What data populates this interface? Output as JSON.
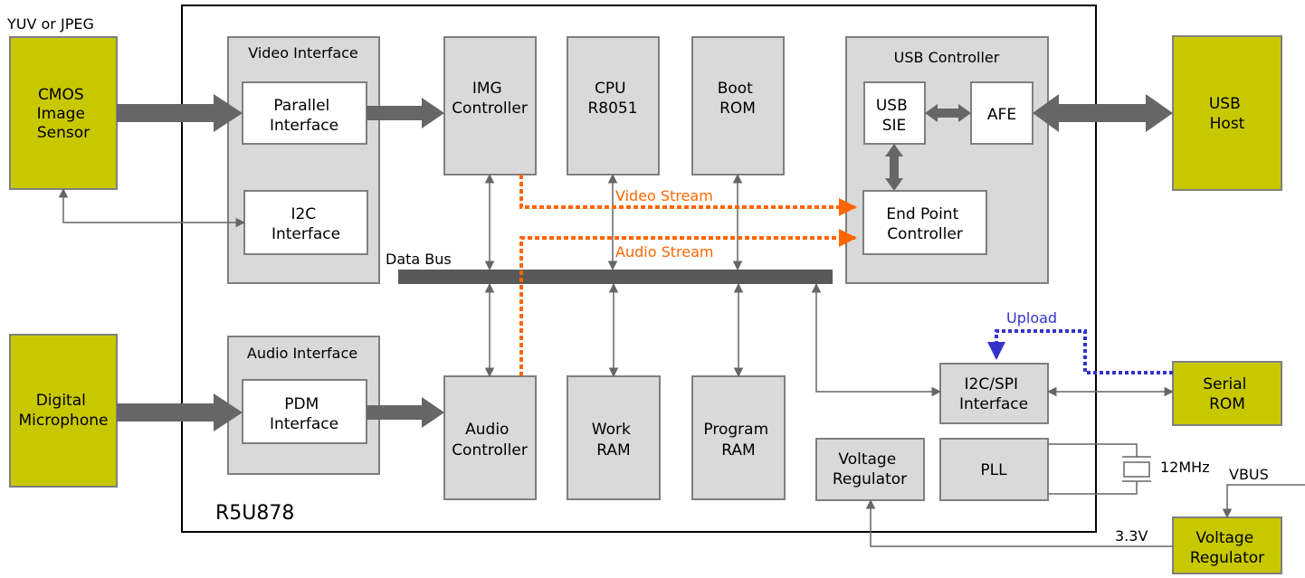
{
  "chip": {
    "name": "R5U878"
  },
  "external": {
    "sensor_format": "YUV or JPEG",
    "sensor": [
      "CMOS",
      "Image",
      "Sensor"
    ],
    "microphone": [
      "Digital",
      "Microphone"
    ],
    "usb_host": [
      "USB",
      "Host"
    ],
    "serial_rom": [
      "Serial",
      "ROM"
    ],
    "voltage_regulator": [
      "Voltage",
      "Regulator"
    ],
    "crystal_freq": "12MHz",
    "vbus": "VBUS",
    "supply_voltage": "3.3V"
  },
  "video_interface": {
    "title": "Video Interface",
    "parallel": [
      "Parallel",
      "Interface"
    ],
    "i2c": [
      "I2C",
      "Interface"
    ]
  },
  "audio_interface": {
    "title": "Audio Interface",
    "pdm": [
      "PDM",
      "Interface"
    ]
  },
  "blocks": {
    "img_controller": [
      "IMG",
      "Controller"
    ],
    "cpu": [
      "CPU",
      "R8051"
    ],
    "boot_rom": [
      "Boot",
      "ROM"
    ],
    "audio_controller": [
      "Audio",
      "Controller"
    ],
    "work_ram": [
      "Work",
      "RAM"
    ],
    "program_ram": [
      "Program",
      "RAM"
    ],
    "i2c_spi": [
      "I2C/SPI",
      "Interface"
    ],
    "voltage_regulator": [
      "Voltage",
      "Regulator"
    ],
    "pll": "PLL"
  },
  "usb_controller": {
    "title": "USB Controller",
    "sie": [
      "USB",
      "SIE"
    ],
    "afe": "AFE",
    "endpoint": [
      "End Point",
      "Controller"
    ]
  },
  "bus": {
    "label": "Data Bus"
  },
  "streams": {
    "video": "Video Stream",
    "audio": "Audio Stream",
    "upload": "Upload"
  },
  "colors": {
    "external_fill": "#c8c800",
    "block_fill": "#d9d9d9",
    "block_stroke": "#7f7f7f",
    "bus": "#595959",
    "stream": "#ff6600",
    "upload": "#3333cc"
  }
}
